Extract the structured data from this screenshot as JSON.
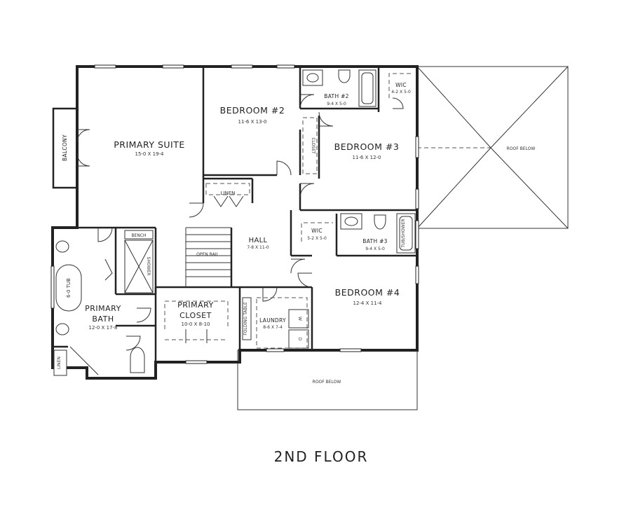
{
  "title": "2ND FLOOR",
  "rooms": {
    "primary_suite": {
      "name": "PRIMARY SUITE",
      "dim": "15-0 X 19-4"
    },
    "bedroom2": {
      "name": "BEDROOM #2",
      "dim": "11-6 X 13-0"
    },
    "bedroom3": {
      "name": "BEDROOM #3",
      "dim": "11-6 X 12-0"
    },
    "bedroom4": {
      "name": "BEDROOM #4",
      "dim": "12-4 X 11-4"
    },
    "bath2": {
      "name": "BATH #2",
      "dim": "9-4 X 5-0"
    },
    "bath3": {
      "name": "BATH #3",
      "dim": "9-4 X 5-0"
    },
    "wic_top": {
      "name": "WIC",
      "dim": "4-2 X 5-0"
    },
    "wic_mid": {
      "name": "WIC",
      "dim": "5-2 X 5-0"
    },
    "hall": {
      "name": "HALL",
      "dim": "7-8 X 11-0"
    },
    "primary_bath": {
      "name1": "PRIMARY",
      "name2": "BATH",
      "dim": "12-0 X 17-8"
    },
    "primary_closet": {
      "name1": "PRIMARY",
      "name2": "CLOSET",
      "dim": "10-0 X 8-10"
    },
    "laundry": {
      "name": "LAUNDRY",
      "dim": "8-6 X 7-4"
    }
  },
  "labels": {
    "balcony": "BALCONY",
    "closet": "CLOSET",
    "linen_hall": "LINEN",
    "linen_bath": "LINEN",
    "bench": "BENCH",
    "shower": "SHOWER",
    "tub": "6-0 TUB",
    "tub_shower": "TUB/SHOWER",
    "open_rail": "OPEN RAIL",
    "folding_table": "FOLDING TABLE",
    "washer": "W",
    "dryer": "D",
    "roof_below_right": "ROOF BELOW",
    "roof_below_bottom": "ROOF BELOW"
  }
}
